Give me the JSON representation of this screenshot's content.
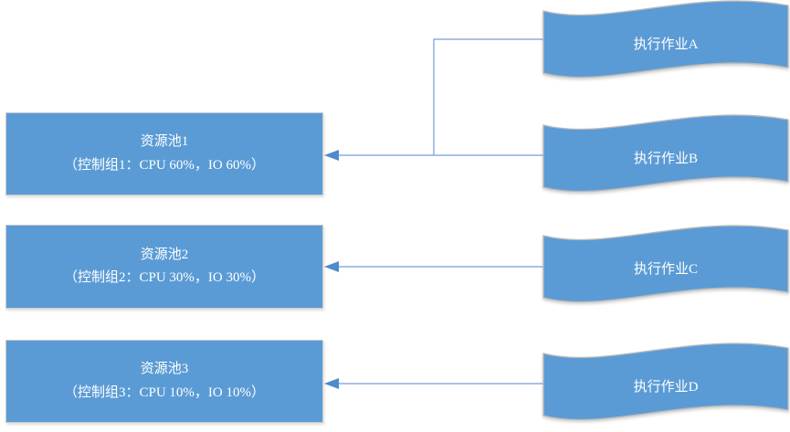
{
  "colors": {
    "shape_fill": "#5b9bd5",
    "shape_border": "#b9b9b9",
    "pool_border": "#cccccc",
    "connector_line": "#8bafdd",
    "arrow_fill": "#4e8bcd",
    "shape_text": "#ffffff"
  },
  "pools": [
    {
      "title": "资源池1",
      "detail": "（控制组1：CPU 60%，IO 60%）"
    },
    {
      "title": "资源池2",
      "detail": "（控制组2：CPU 30%，IO 30%）"
    },
    {
      "title": "资源池3",
      "detail": "（控制组3：CPU 10%，IO 10%）"
    }
  ],
  "jobs": [
    {
      "label": "执行作业A"
    },
    {
      "label": "执行作业B"
    },
    {
      "label": "执行作业C"
    },
    {
      "label": "执行作业D"
    }
  ]
}
